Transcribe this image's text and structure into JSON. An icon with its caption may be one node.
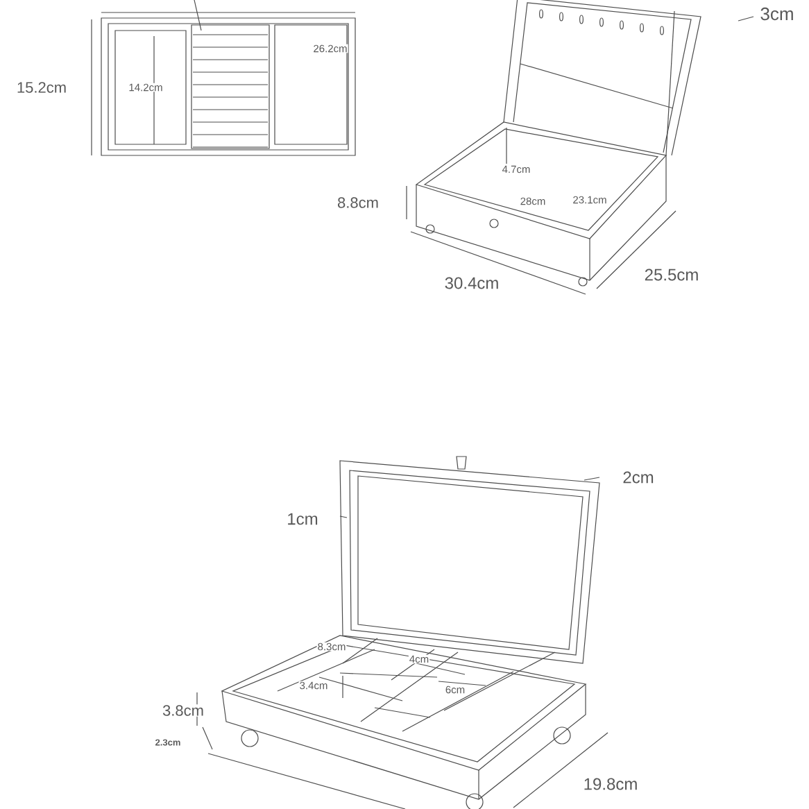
{
  "diagram": {
    "labels": [
      "3cm",
      "26.2cm",
      "15.2cm",
      "14.2cm",
      "4.7cm",
      "28cm",
      "23.1cm",
      "8.8cm",
      "25.5cm",
      "30.4cm",
      "2cm",
      "1cm",
      "8.3cm",
      "4cm",
      "3.4cm",
      "6cm",
      "3.8cm",
      "2.3cm",
      "19.8cm"
    ]
  }
}
